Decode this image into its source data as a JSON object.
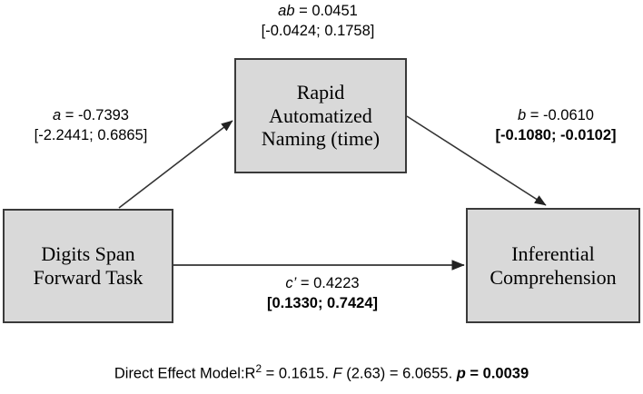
{
  "figure": {
    "type": "mediation-path-diagram",
    "background_color": "#ffffff",
    "node_fill_color": "#d9d9d9",
    "node_border_color": "#3a3a3a",
    "line_color": "#333333"
  },
  "nodes": {
    "predictor": {
      "label": "Digits Span\nForward Task"
    },
    "mediator": {
      "label": "Rapid\nAutomatized\nNaming (time)"
    },
    "outcome": {
      "label": "Inferential\nComprehension"
    }
  },
  "paths": {
    "indirect": {
      "symbol": "ab",
      "equals": " = ",
      "coefficient": "0.0451",
      "ci": "[-0.0424; 0.1758]",
      "significant": false
    },
    "a": {
      "symbol": "a",
      "equals": " = ",
      "coefficient": "-0.7393",
      "ci": "[-2.2441; 0.6865]",
      "significant": false
    },
    "b": {
      "symbol": "b",
      "equals": " = ",
      "coefficient": "-0.0610",
      "ci": "[-0.1080; -0.0102]",
      "significant": true
    },
    "direct": {
      "symbol": "c’",
      "equals": " = ",
      "coefficient": "0.4223",
      "ci": "[0.1330; 0.7424]",
      "significant": true
    }
  },
  "stats": {
    "model_label": "Direct Effect Model:R",
    "r_squared_sup": "2",
    "r_squared_value": " = 0.1615. ",
    "f_symbol": "F",
    "f_value": " (2.63) = 6.0655. ",
    "p_symbol": "p",
    "p_value": " = 0.0039",
    "full_text": "Direct Effect Model:R² = 0.1615. F (2.63) = 6.0655. p = 0.0039"
  }
}
